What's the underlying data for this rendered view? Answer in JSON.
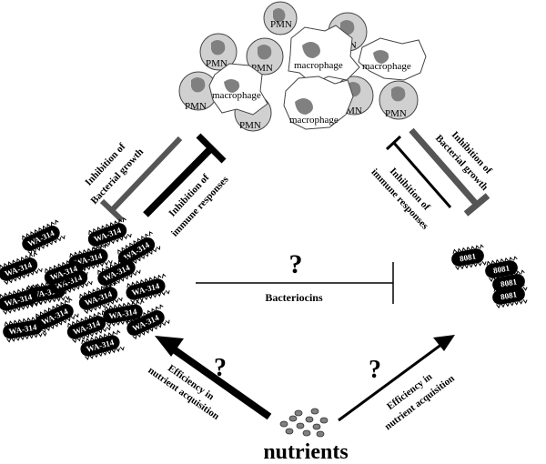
{
  "immune_cells": {
    "pmn_label": "PMN",
    "macrophage_label": "macrophage"
  },
  "left_arrows": {
    "bacterial_growth_line1": "Inhibition of",
    "bacterial_growth_line2": "Bacterial growth",
    "immune_line1": "Inhibition of",
    "immune_line2": "immune responses"
  },
  "right_arrows": {
    "bacterial_growth_line1": "Inhibition of",
    "bacterial_growth_line2": "Bacterial growth",
    "immune_line1": "Inhibition of",
    "immune_line2": "immune responses"
  },
  "left_strain": {
    "label": "WA-314"
  },
  "right_strain": {
    "label": "8081"
  },
  "middle": {
    "question": "?",
    "label": "Bacteriocins"
  },
  "bottom_left": {
    "question": "?",
    "line1": "Efficiency in",
    "line2": "nutrient acquisition"
  },
  "bottom_right": {
    "question": "?",
    "line1": "Efficiency in",
    "line2": "nutrient acquisition"
  },
  "nutrients": {
    "label": "nutrients"
  },
  "colors": {
    "grey_bar": "#555555",
    "cell_fill": "#d0d0d0",
    "nucleus": "#808080"
  }
}
